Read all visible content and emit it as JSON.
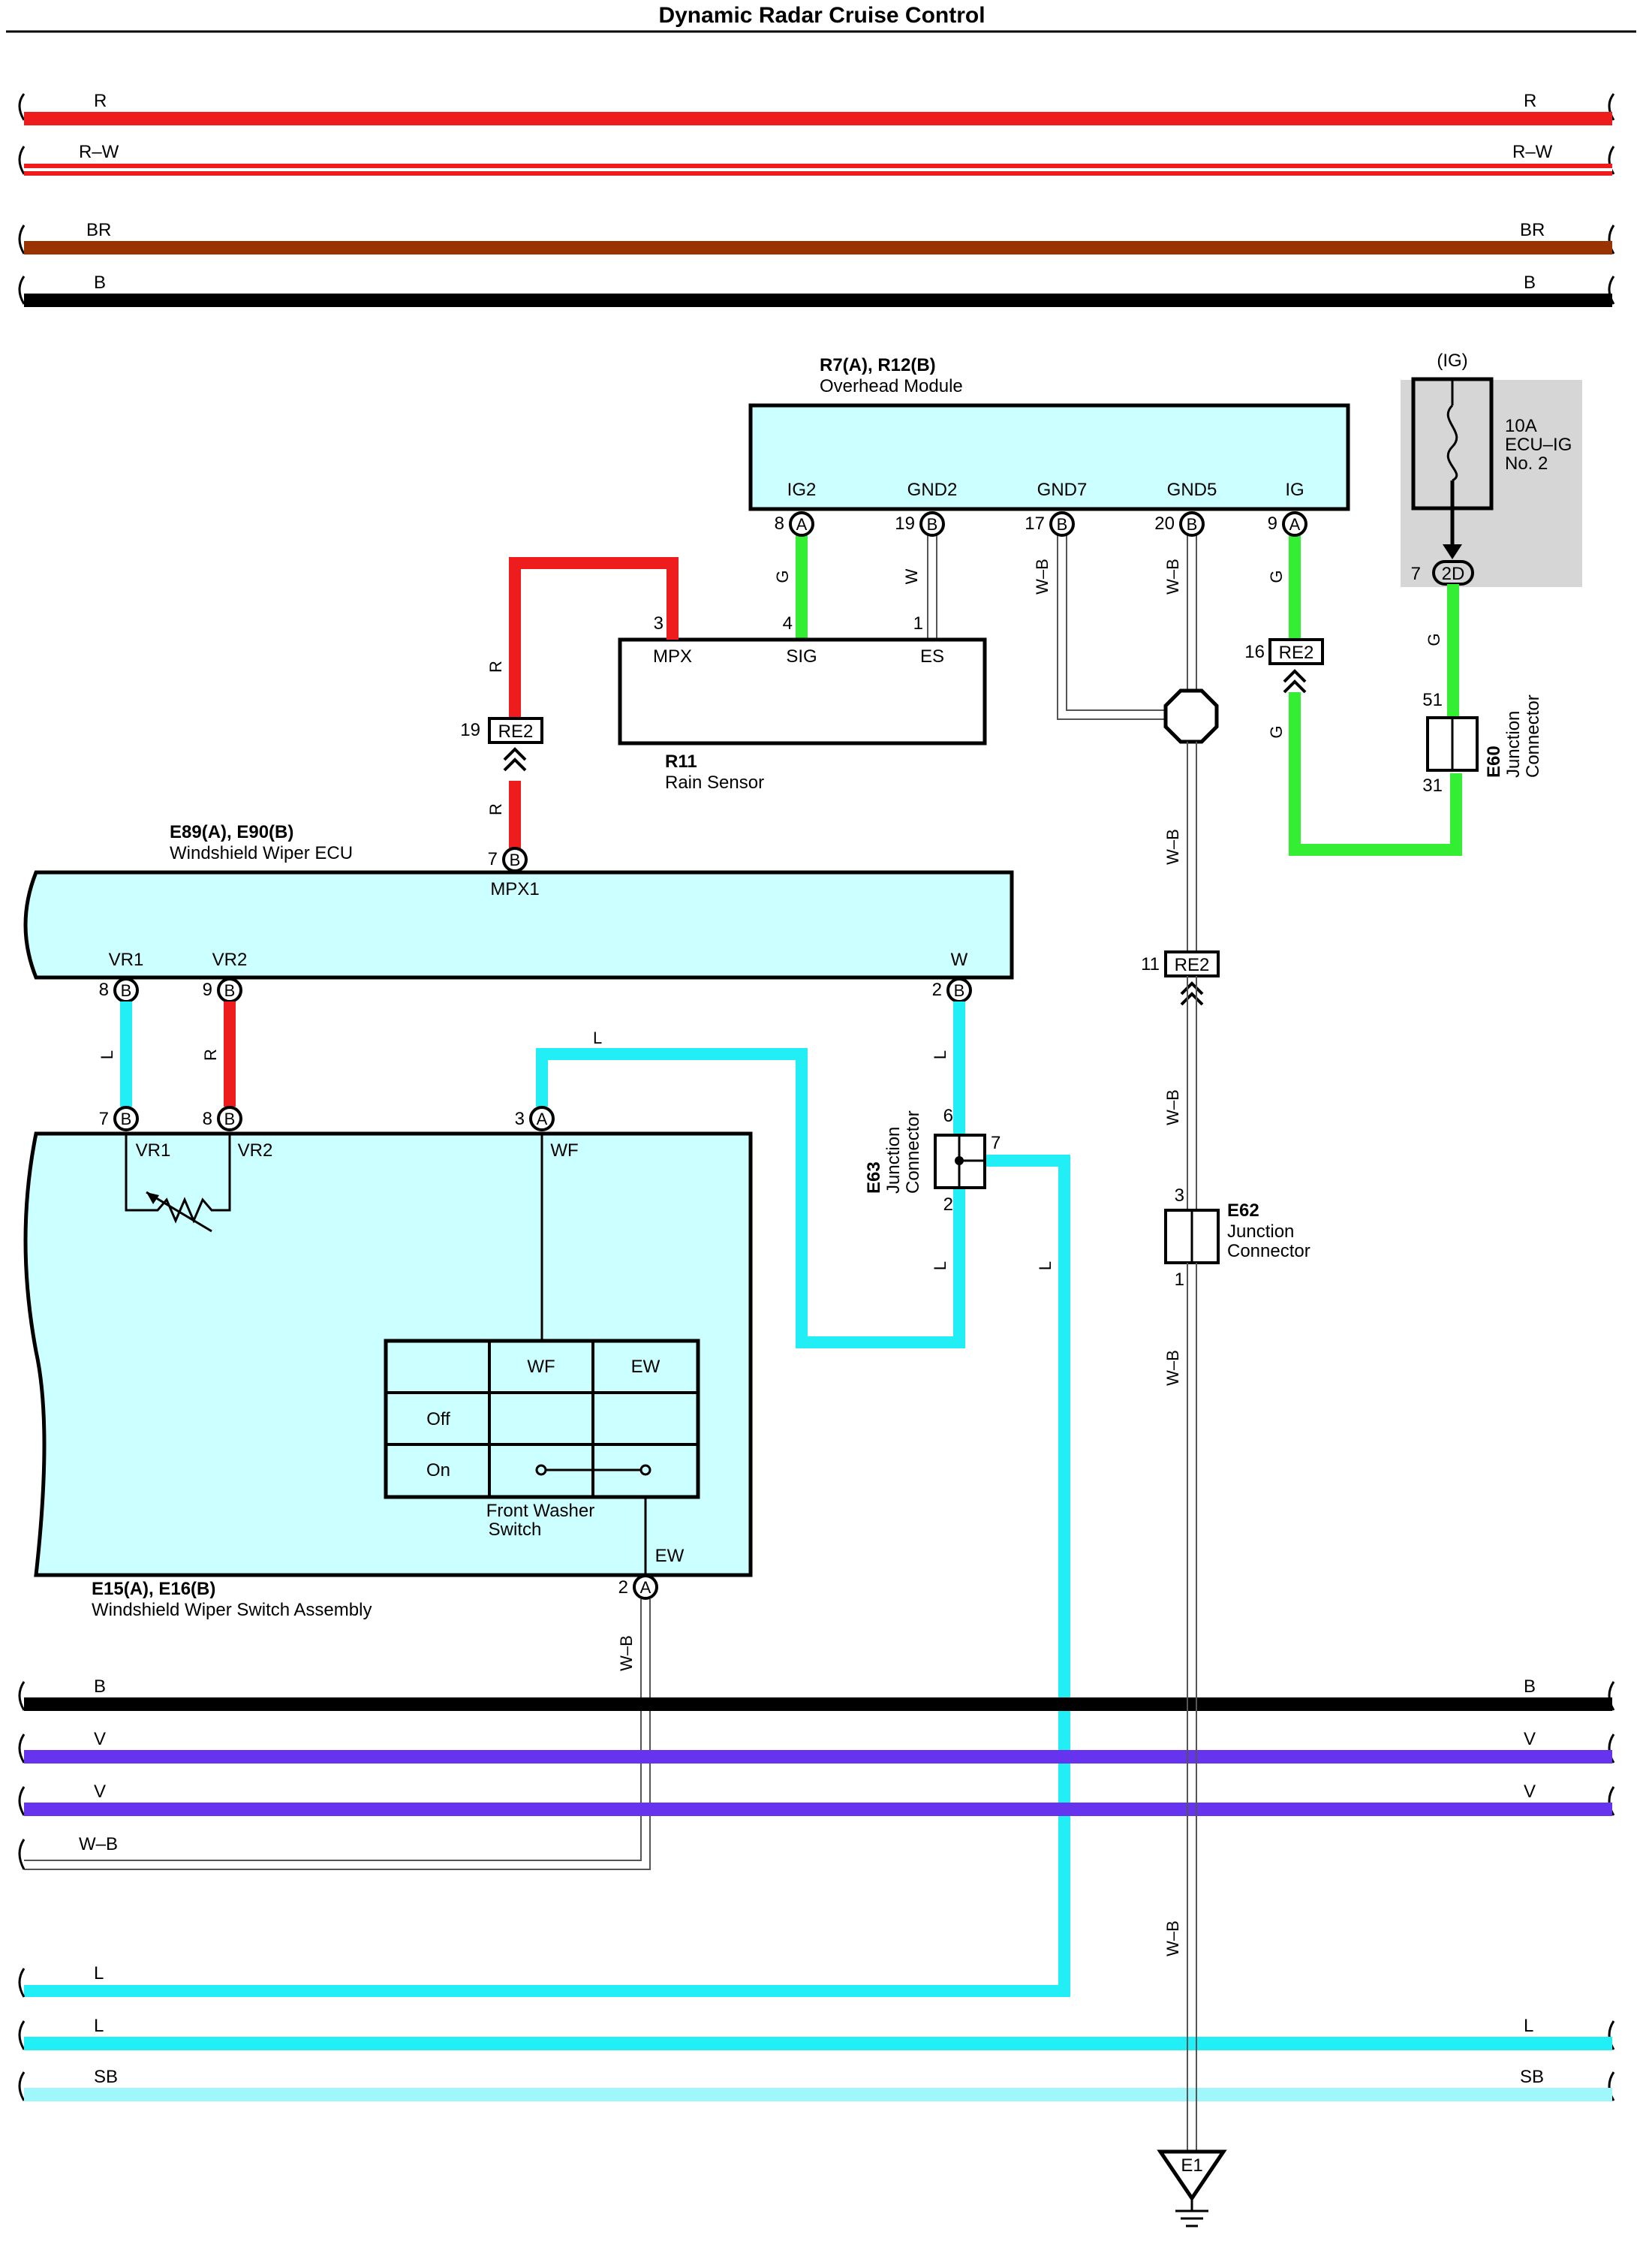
{
  "title": "Dynamic Radar Cruise Control",
  "colors": {
    "red": "#ee1c1c",
    "brown": "#993300",
    "black": "#000000",
    "green": "#33ee33",
    "cyan": "#22eef5",
    "skyblue": "#9ff7fb",
    "violet": "#6633ee",
    "component_fill": "#ccffff",
    "fuse_box": "#d6d6d6"
  },
  "bus_top": {
    "r": "R",
    "rw": "R–W",
    "br": "BR",
    "b": "B"
  },
  "bus_bottom": {
    "b": "B",
    "v1": "V",
    "v2": "V",
    "wb": "W–B",
    "l1": "L",
    "l2": "L",
    "sb": "SB"
  },
  "overhead_module": {
    "id": "R7(A), R12(B)",
    "name": "Overhead Module",
    "pins": {
      "ig2": {
        "label": "IG2",
        "num": "8",
        "conn": "A"
      },
      "gnd2": {
        "label": "GND2",
        "num": "19",
        "conn": "B"
      },
      "gnd7": {
        "label": "GND7",
        "num": "17",
        "conn": "B"
      },
      "gnd5": {
        "label": "GND5",
        "num": "20",
        "conn": "B"
      },
      "ig": {
        "label": "IG",
        "num": "9",
        "conn": "A"
      }
    }
  },
  "fuse": {
    "supply": "(IG)",
    "rating": "10A",
    "name": "ECU–IG",
    "no": "No. 2",
    "pin": "7",
    "conn": "2D"
  },
  "rain_sensor": {
    "id": "R11",
    "name": "Rain Sensor",
    "pins": {
      "mpx": {
        "label": "MPX",
        "num": "3"
      },
      "sig": {
        "label": "SIG",
        "num": "4"
      },
      "es": {
        "label": "ES",
        "num": "1"
      }
    }
  },
  "re2_left": {
    "num": "19",
    "name": "RE2"
  },
  "re2_right": {
    "num": "16",
    "name": "RE2"
  },
  "re2_center": {
    "num": "11",
    "name": "RE2"
  },
  "e60": {
    "id": "E60",
    "name1": "Junction",
    "name2": "Connector",
    "pin_top": "51",
    "pin_bottom": "31"
  },
  "wiper_ecu": {
    "id": "E89(A), E90(B)",
    "name": "Windshield Wiper ECU",
    "mpx1": {
      "label": "MPX1",
      "num": "7",
      "conn": "B"
    },
    "vr1": {
      "label": "VR1",
      "num": "8",
      "conn": "B"
    },
    "vr2": {
      "label": "VR2",
      "num": "9",
      "conn": "B"
    },
    "w": {
      "label": "W",
      "num": "2",
      "conn": "B"
    }
  },
  "switch_assy": {
    "id": "E15(A), E16(B)",
    "name": "Windshield Wiper Switch Assembly",
    "vr1": {
      "label": "VR1",
      "num": "7",
      "conn": "B"
    },
    "vr2": {
      "label": "VR2",
      "num": "8",
      "conn": "B"
    },
    "wf": {
      "label": "WF",
      "num": "3",
      "conn": "A"
    },
    "ew": {
      "label": "EW",
      "num": "2",
      "conn": "A"
    }
  },
  "washer_table": {
    "col_wf": "WF",
    "col_ew": "EW",
    "row_off": "Off",
    "row_on": "On",
    "name1": "Front Washer",
    "name2": "Switch"
  },
  "e63": {
    "id": "E63",
    "name1": "Junction",
    "name2": "Connector",
    "pin6": "6",
    "pin7": "7",
    "pin2": "2"
  },
  "e62": {
    "id": "E62",
    "name1": "Junction",
    "name2": "Connector",
    "pin3": "3",
    "pin1": "1"
  },
  "ground": {
    "id": "E1"
  },
  "wire_labels": {
    "g": "G",
    "w": "W",
    "wb": "W–B",
    "r": "R",
    "l": "L"
  }
}
